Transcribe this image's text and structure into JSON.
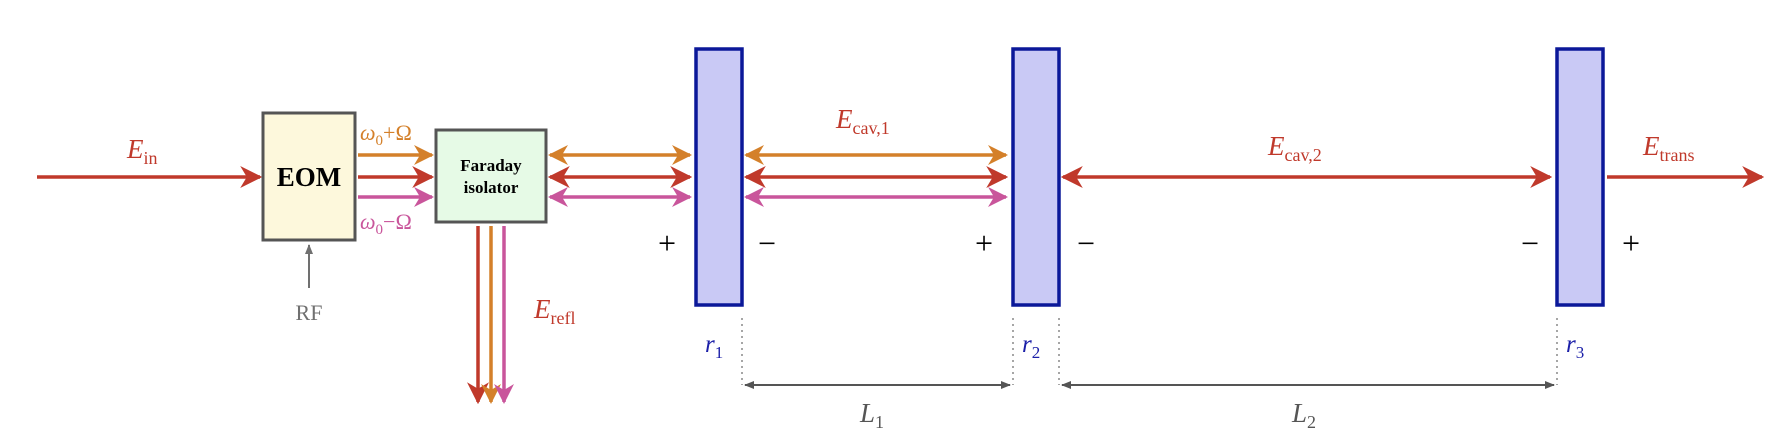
{
  "colors": {
    "main_beam": "#c0392b",
    "upper_sideband": "#d4802a",
    "lower_sideband": "#c9559b",
    "mirror_fill": "#c9c9f5",
    "mirror_stroke": "#0b1899",
    "eom_fill": "#fdf8dc",
    "isolator_fill": "#e6fae6",
    "box_stroke": "#555555",
    "rf_gray": "#707070",
    "mirror_label": "#1b1fa8"
  },
  "labels": {
    "e_in": {
      "base": "E",
      "sub": "in"
    },
    "eom": "EOM",
    "rf": "RF",
    "upper_freq": {
      "base": "ω",
      "sub": "0",
      "tail": "+Ω"
    },
    "lower_freq": {
      "base": "ω",
      "sub": "0",
      "tail": "−Ω"
    },
    "isolator_line1": "Faraday",
    "isolator_line2": "isolator",
    "e_refl": {
      "base": "E",
      "sub": "refl"
    },
    "e_cav1": {
      "base": "E",
      "sub": "cav,1"
    },
    "e_cav2": {
      "base": "E",
      "sub": "cav,2"
    },
    "e_trans": {
      "base": "E",
      "sub": "trans"
    },
    "r1": {
      "base": "r",
      "sub": "1"
    },
    "r2": {
      "base": "r",
      "sub": "2"
    },
    "r3": {
      "base": "r",
      "sub": "3"
    },
    "l1": {
      "base": "L",
      "sub": "1"
    },
    "l2": {
      "base": "L",
      "sub": "2"
    },
    "signs": {
      "m1_left": "+",
      "m1_right": "−",
      "m2_left": "+",
      "m2_right": "−",
      "m3_left": "−",
      "m3_right": "+"
    }
  }
}
